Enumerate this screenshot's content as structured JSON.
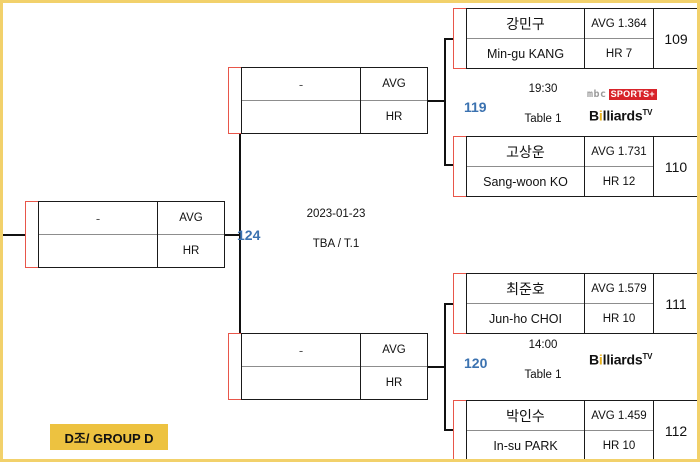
{
  "group": {
    "label": "D조/ GROUP D",
    "color": "#edc240"
  },
  "theme": {
    "frame": "#f2d16b",
    "match_number": "#3b72b0",
    "red_bar": "#e8564a"
  },
  "stat_labels": {
    "avg": "AVG",
    "hr": "HR",
    "empty_name": "-"
  },
  "quarterfinal_players": [
    {
      "name_kr": "강민구",
      "name_en": "Min-gu KANG",
      "avg": "AVG 1.364",
      "hr": "HR 7",
      "rank": "109"
    },
    {
      "name_kr": "고상운",
      "name_en": "Sang-woon KO",
      "avg": "AVG 1.731",
      "hr": "HR 12",
      "rank": "110"
    },
    {
      "name_kr": "최준호",
      "name_en": "Jun-ho CHOI",
      "avg": "AVG 1.579",
      "hr": "HR 10",
      "rank": "111"
    },
    {
      "name_kr": "박인수",
      "name_en": "In-su PARK",
      "avg": "AVG 1.459",
      "hr": "HR 10",
      "rank": "112"
    }
  ],
  "matches": [
    {
      "number": "119",
      "time": "19:30",
      "table": "Table 1",
      "broadcasters": [
        "mbc-sports-plus",
        "billiards-tv"
      ]
    },
    {
      "number": "120",
      "time": "14:00",
      "table": "Table 1",
      "broadcasters": [
        "billiards-tv"
      ]
    },
    {
      "number": "124",
      "date": "2023-01-23",
      "table": "TBA / T.1",
      "broadcasters": []
    }
  ],
  "semifinals": [
    {
      "name": "-",
      "avg_label": "AVG",
      "hr_label": "HR"
    },
    {
      "name": "-",
      "avg_label": "AVG",
      "hr_label": "HR"
    }
  ],
  "final": {
    "name": "-",
    "avg_label": "AVG",
    "hr_label": "HR"
  },
  "logos": {
    "mbc": {
      "main": "mbc",
      "tag": "SPORTS+"
    },
    "billiards": {
      "pre": "B",
      "dot": "i",
      "post": "lliards",
      "sup": "TV"
    }
  }
}
